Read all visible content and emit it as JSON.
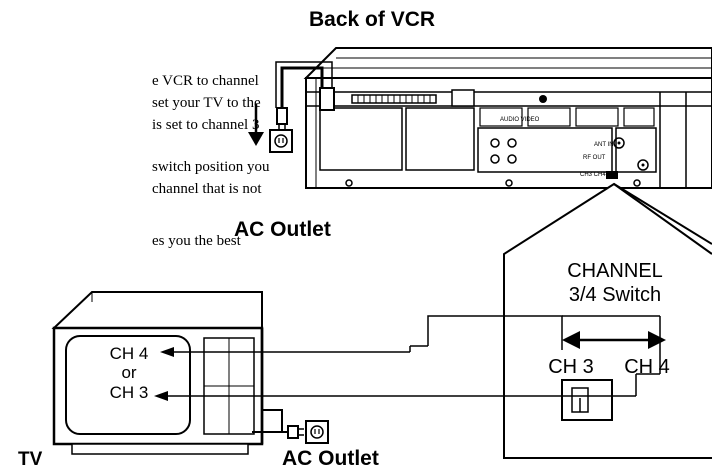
{
  "header": {
    "title": "Back of VCR"
  },
  "instructions": [
    "e VCR to channel",
    "set your TV to the",
    "is set to channel 3",
    "switch position you",
    "channel that is not",
    "es you the best"
  ],
  "labels": {
    "ac_outlet_vcr": "AC Outlet",
    "ac_outlet_tv": "AC Outlet",
    "tv": "TV",
    "tv_ch4": "CH 4",
    "tv_or": "or",
    "tv_ch3": "CH 3",
    "switch_title_line1": "CHANNEL",
    "switch_title_line2": "3/4 Switch",
    "switch_ch3": "CH 3",
    "switch_ch4": "CH 4"
  },
  "vcr_panel_text": {
    "audio_video": "AUDIO VIDEO",
    "rf_in": "ANT IN",
    "rf_out": "RF OUT",
    "ch3_4": "CH3 CH4"
  },
  "colors": {
    "ink": "#000000",
    "paper": "#ffffff"
  }
}
